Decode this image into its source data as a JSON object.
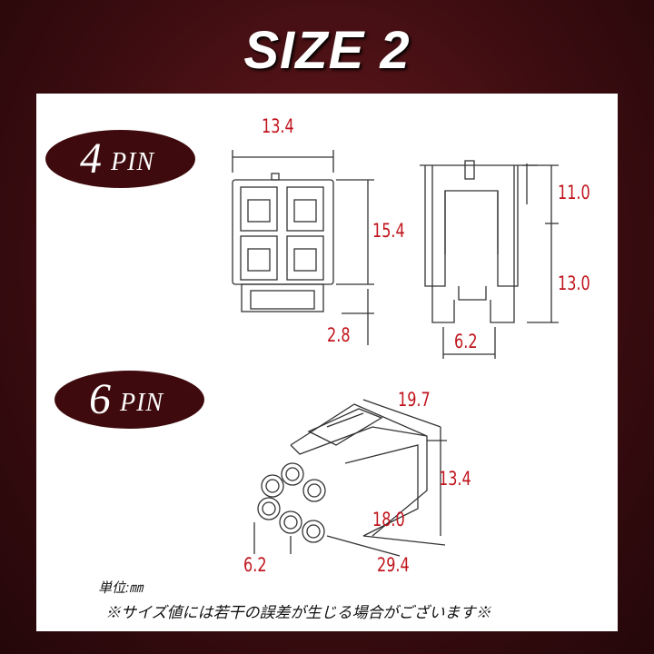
{
  "title": "SIZE 2",
  "four_pin": {
    "count": "4",
    "label": "PIN",
    "dims": {
      "width": "13.4",
      "height": "15.4",
      "bottom": "2.8",
      "upper": "11.0",
      "lower": "13.0",
      "gap": "6.2"
    }
  },
  "six_pin": {
    "count": "6",
    "label": "PIN",
    "dims": {
      "length": "19.7",
      "height": "13.4",
      "mid": "18.0",
      "total": "29.4",
      "diameter": "6.2"
    }
  },
  "unit": "単位:㎜",
  "note": "※サイズ値には若干の誤差が生じる場合がございます※"
}
